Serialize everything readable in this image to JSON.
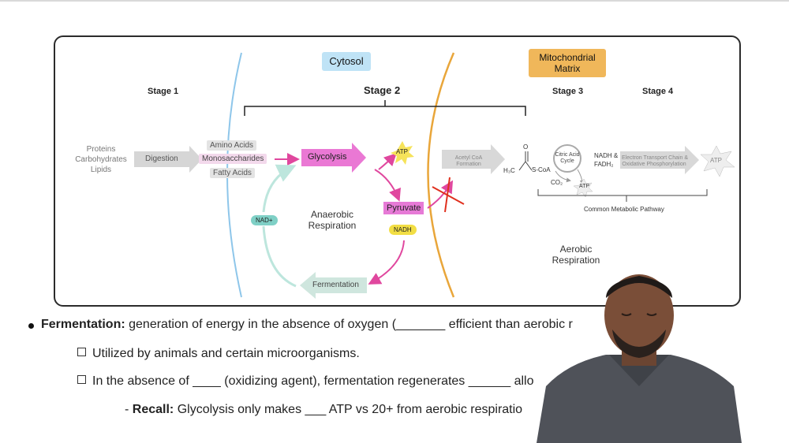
{
  "diagram": {
    "cytosol_label": "Cytosol",
    "matrix_label_1": "Mitochondrial",
    "matrix_label_2": "Matrix",
    "stage1": "Stage 1",
    "stage2": "Stage 2",
    "stage3": "Stage 3",
    "stage4": "Stage 4",
    "macros": [
      "Proteins",
      "Carbohydrates",
      "Lipids"
    ],
    "digestion": "Digestion",
    "monomers": [
      "Amino Acids",
      "Monosaccharides",
      "Fatty Acids"
    ],
    "glycolysis": "Glycolysis",
    "atp": "ATP",
    "pyruvate": "Pyruvate",
    "nadh": "NADH",
    "nad_plus": "NAD+",
    "anaerobic_1": "Anaerobic",
    "anaerobic_2": "Respiration",
    "fermentation": "Fermentation",
    "acetyl_1": "Acetyl CoA",
    "acetyl_2": "Formation",
    "h3c": "H₃C",
    "scoa": "S-CoA",
    "o_label": "O",
    "citric_1": "Citric Acid",
    "citric_2": "Cycle",
    "co2": "CO₂",
    "atp3": "ATP",
    "nadh_fadh_1": "NADH &",
    "nadh_fadh_2": "FADH₂",
    "etc_1": "Electron Transport Chain &",
    "etc_2": "Oxidative Phosphorylation",
    "atp4": "ATP",
    "common_pathway": "Common Metabolic Pathway",
    "aerobic_1": "Aerobic",
    "aerobic_2": "Respiration"
  },
  "notes": {
    "fermentation_term": "Fermentation:",
    "fermentation_def": " generation of energy in the absence of oxygen (_______ efficient than aerobic r",
    "sub1": "Utilized by animals and certain microorganisms.",
    "sub2": "In the absence of ____ (oxidizing agent), fermentation regenerates ______ allo",
    "recall_term": "Recall:",
    "recall_text": " Glycolysis only makes ___ ATP vs 20+ from aerobic respiratio"
  },
  "colors": {
    "pink": "#e0479e",
    "teal": "#bde6dd",
    "orange": "#e9a63a",
    "blue_membrane": "#8ec6ea",
    "cross_red": "#e0301e"
  }
}
